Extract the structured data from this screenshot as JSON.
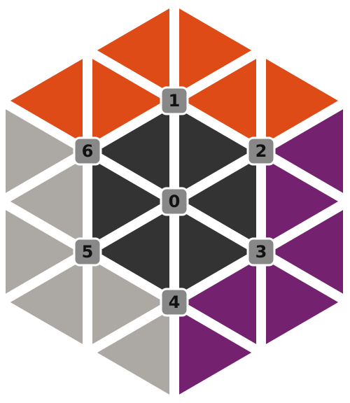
{
  "colors": {
    "background": "#ffffff",
    "gap": "#ffffff",
    "center": "#333333",
    "top": "#de4b16",
    "right": "#74216f",
    "left": "#aca8a3",
    "node_fill": "#888888",
    "node_stroke": "#ffffff",
    "node_text": "#111111"
  },
  "regions": [
    {
      "name": "center",
      "color_key": "center"
    },
    {
      "name": "top",
      "color_key": "top"
    },
    {
      "name": "right",
      "color_key": "right"
    },
    {
      "name": "left",
      "color_key": "left"
    }
  ],
  "nodes": [
    {
      "id": "node-0",
      "label": "0"
    },
    {
      "id": "node-1",
      "label": "1"
    },
    {
      "id": "node-2",
      "label": "2"
    },
    {
      "id": "node-3",
      "label": "3"
    },
    {
      "id": "node-4",
      "label": "4"
    },
    {
      "id": "node-5",
      "label": "5"
    },
    {
      "id": "node-6",
      "label": "6"
    }
  ]
}
